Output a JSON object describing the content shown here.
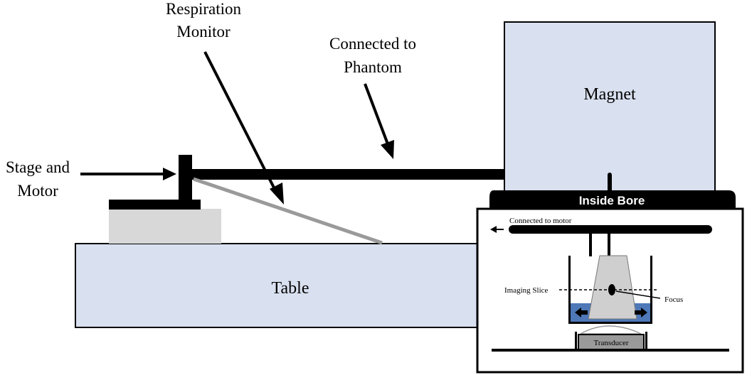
{
  "labels": {
    "respiration_monitor": [
      "Respiration",
      "Monitor"
    ],
    "connected_to_phantom": [
      "Connected to",
      "Phantom"
    ],
    "stage_and_motor": [
      "Stage and",
      "Motor"
    ],
    "magnet": "Magnet",
    "table": "Table",
    "inside_bore": "Inside Bore"
  },
  "inset": {
    "connected_to_motor": "Connected to motor",
    "imaging_slice": "Imaging Slice",
    "focus": "Focus",
    "transducer": "Transducer"
  },
  "colors": {
    "block_fill": "#d9e0ef",
    "stage_base_fill": "#d8d8d8",
    "phantom_fill": "#cfcfcf",
    "water_fill": "#4e78b8",
    "transducer_fill": "#9a9a9a",
    "line": "#000000"
  }
}
